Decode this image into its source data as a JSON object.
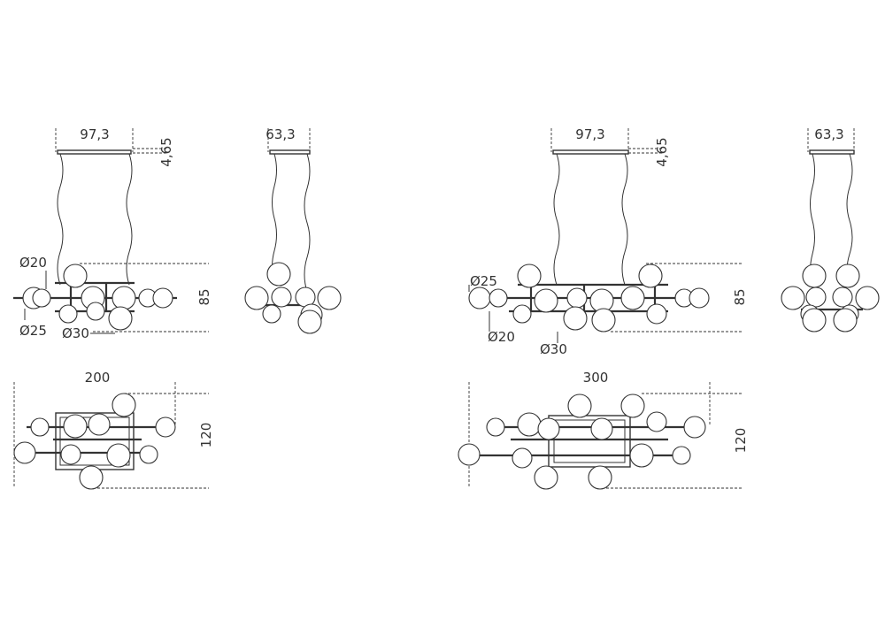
{
  "views": {
    "small_front": {
      "width": "97,3",
      "canopy_height": "4,65",
      "height": "85",
      "d_small": "Ø20",
      "d_medium": "Ø25",
      "d_large": "Ø30"
    },
    "small_side": {
      "width": "63,3"
    },
    "large_front": {
      "width": "97,3",
      "canopy_height": "4,65",
      "height": "85",
      "d_small": "Ø20",
      "d_medium": "Ø25",
      "d_large": "Ø30"
    },
    "large_side": {
      "width": "63,3"
    },
    "small_top": {
      "length": "200",
      "depth": "120"
    },
    "large_top": {
      "length": "300",
      "depth": "120"
    }
  }
}
